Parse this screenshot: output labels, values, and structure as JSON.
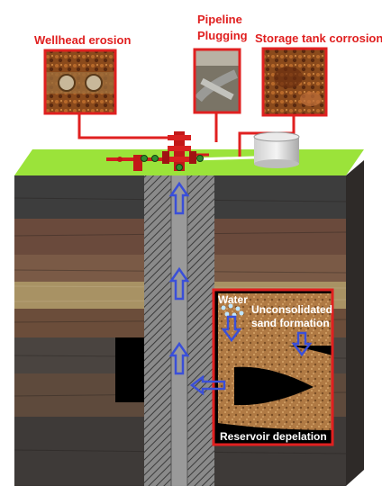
{
  "labels": {
    "wellhead_erosion": "Wellhead erosion",
    "pipeline_line1": "Pipeline",
    "pipeline_line2": "Plugging",
    "storage_tank_corrosion": "Storage tank corrosion",
    "water": "Water",
    "sand_line1": "Unconsolidated",
    "sand_line2": "sand formation",
    "reservoir_depletion": "Reservoir depelation"
  },
  "colors": {
    "callout_red": "#e02020",
    "ground_green": "#9be33a",
    "flow_arrow_blue": "#3a4fd8",
    "sand_tan": "#b07a44"
  },
  "icons": [
    "wellhead-photo",
    "pipeline-photo",
    "storage-tank-photo",
    "christmas-tree-valve",
    "storage-tank",
    "flow-arrow"
  ]
}
